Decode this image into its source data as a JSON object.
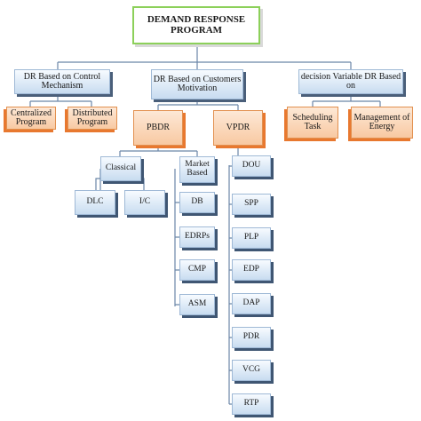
{
  "diagram": {
    "root": "DEMAND RESPONSE PROGRAM",
    "control": "DR Based on Control Mechanism",
    "customers": "DR Based on Customers Motivation",
    "decision": "decision Variable DR Based on",
    "centralized": "Centralized Program",
    "distributed": "Distributed Program",
    "scheduling": "Scheduling Task",
    "management": "Management of Energy",
    "pbdr": "PBDR",
    "vpdr": "VPDR",
    "classical": "Classical",
    "market": "Market Based",
    "dlc": "DLC",
    "ic": "I/C",
    "db": "DB",
    "edrps": "EDRPs",
    "cmp": "CMP",
    "asm": "ASM",
    "dou": "DOU",
    "spp": "SPP",
    "plp": "PLP",
    "edp": "EDP",
    "dap": "DAP",
    "pdr": "PDR",
    "vcg": "VCG",
    "rtp": "RTP"
  },
  "colors": {
    "connector": "#6b86a8",
    "root_border": "#8cd05a",
    "orange_shadow": "#e8782f",
    "blue_shadow": "#4a5f7a"
  }
}
